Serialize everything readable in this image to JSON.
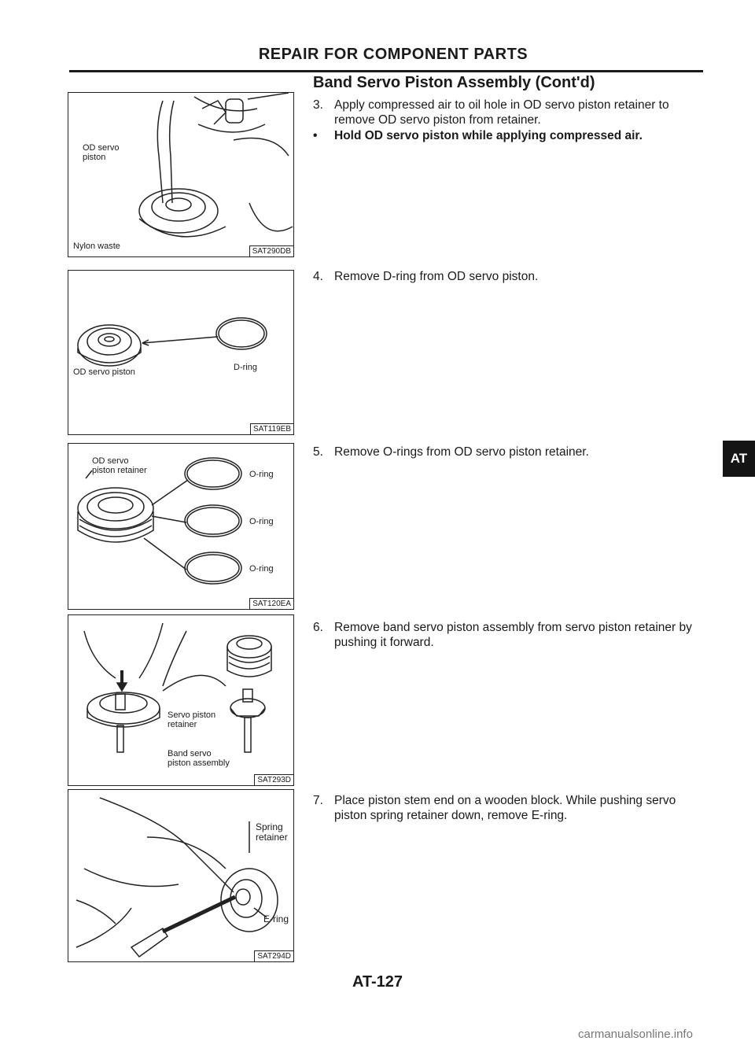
{
  "header": {
    "title": "REPAIR FOR COMPONENT PARTS"
  },
  "section": {
    "title": "Band Servo Piston Assembly (Cont'd)"
  },
  "steps": [
    {
      "num": "3.",
      "text": "Apply compressed air to oil hole in OD servo piston retainer to remove OD servo piston from retainer.",
      "bullet": "Hold OD servo piston while applying compressed air."
    },
    {
      "num": "4.",
      "text": "Remove D-ring from OD servo piston."
    },
    {
      "num": "5.",
      "text": "Remove O-rings from OD servo piston retainer."
    },
    {
      "num": "6.",
      "text": "Remove band servo piston assembly from servo piston retainer by pushing it forward."
    },
    {
      "num": "7.",
      "text": "Place piston stem end on a wooden block. While pushing servo piston spring retainer down, remove E-ring."
    }
  ],
  "bullet_symbol": "•",
  "figures": [
    {
      "code": "SAT290DB",
      "labels": [
        "OD servo",
        "piston",
        "Nylon waste"
      ]
    },
    {
      "code": "SAT119EB",
      "labels": [
        "OD servo piston",
        "D-ring"
      ]
    },
    {
      "code": "SAT120EA",
      "labels": [
        "OD servo",
        "piston retainer",
        "O-ring",
        "O-ring",
        "O-ring"
      ]
    },
    {
      "code": "SAT293D",
      "labels": [
        "Servo piston",
        "retainer",
        "Band servo",
        "piston assembly"
      ]
    },
    {
      "code": "SAT294D",
      "labels": [
        "Spring",
        "retainer",
        "E-ring"
      ]
    }
  ],
  "side_tab": {
    "label": "AT"
  },
  "page_number": "AT-127",
  "watermark": "carmanualsonline.info"
}
